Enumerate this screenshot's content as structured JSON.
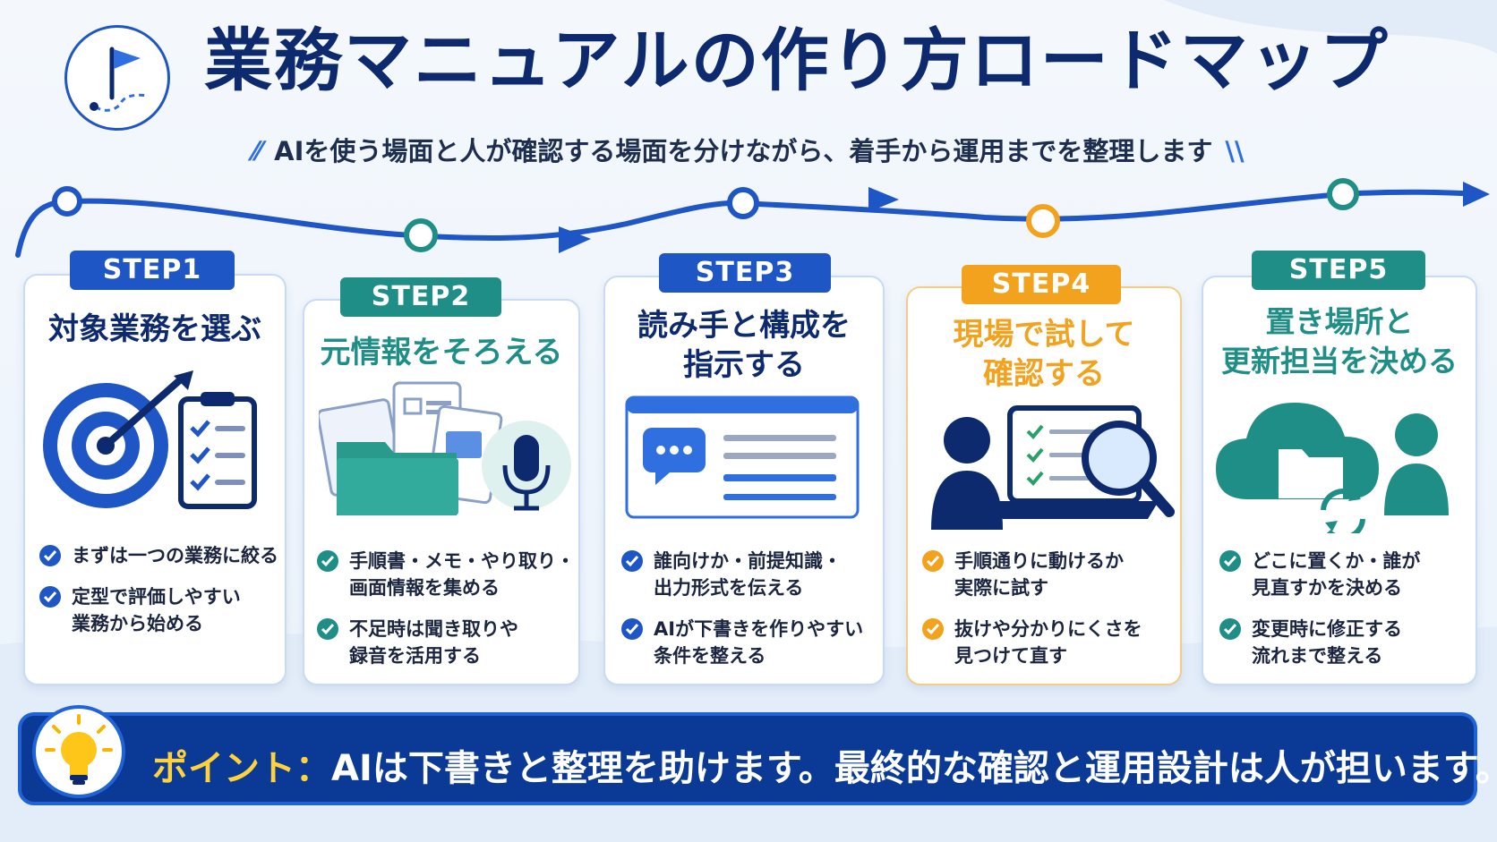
{
  "header": {
    "title": "業務マニュアルの作り方ロードマップ",
    "subtitle": "AIを使う場面と人が確認する場面を分けながら、着手から運用までを整理します"
  },
  "colors": {
    "navy": "#0d2a6e",
    "blue": "#1f56c6",
    "teal": "#1f8e87",
    "orange": "#f2a21d",
    "yellow": "#ffd23c"
  },
  "steps": [
    {
      "label": "STEP1",
      "title": [
        "対象業務を選ぶ"
      ],
      "bullets": [
        "まずは一つの業務に絞る",
        "定型で評価しやすい\n業務から始める"
      ]
    },
    {
      "label": "STEP2",
      "title": [
        "元情報をそろえる"
      ],
      "bullets": [
        "手順書・メモ・やり取り・\n画面情報を集める",
        "不足時は聞き取りや\n録音を活用する"
      ]
    },
    {
      "label": "STEP3",
      "title": [
        "読み手と構成を",
        "指示する"
      ],
      "bullets": [
        "誰向けか・前提知識・\n出力形式を伝える",
        "AIが下書きを作りやすい\n条件を整える"
      ]
    },
    {
      "label": "STEP4",
      "title": [
        "現場で試して",
        "確認する"
      ],
      "bullets": [
        "手順通りに動けるか\n実際に試す",
        "抜けや分かりにくさを\n見つけて直す"
      ]
    },
    {
      "label": "STEP5",
      "title": [
        "置き場所と",
        "更新担当を決める"
      ],
      "bullets": [
        "どこに置くか・誰が\n見直すかを決める",
        "変更時に修正する\n流れまで整える"
      ]
    }
  ],
  "point": {
    "label": "ポイント：",
    "text": "AIは下書きと整理を助けます。最終的な確認と運用設計は人が担います。"
  }
}
